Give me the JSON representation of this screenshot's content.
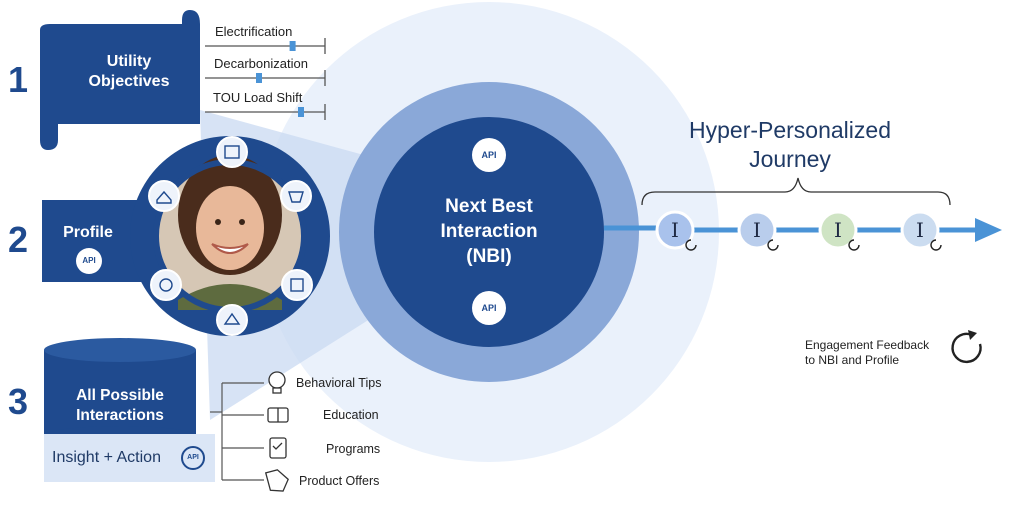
{
  "steps": {
    "one": {
      "number": "1",
      "title_line1": "Utility",
      "title_line2": "Objectives"
    },
    "two": {
      "number": "2",
      "title": "Profile",
      "badge": "API"
    },
    "three": {
      "number": "3",
      "title_line1": "All Possible",
      "title_line2": "Interactions",
      "sub": "Insight + Action",
      "badge": "API"
    }
  },
  "objectives": [
    {
      "label": "Electrification",
      "level": 0.73
    },
    {
      "label": "Decarbonization",
      "level": 0.45
    },
    {
      "label": "TOU Load Shift",
      "level": 0.8
    }
  ],
  "nbi": {
    "line1": "Next Best",
    "line2": "Interaction",
    "line3": "(NBI)",
    "badge_top": "API",
    "badge_bottom": "API"
  },
  "journey": {
    "title_line1": "Hyper-Personalized",
    "title_line2": "Journey",
    "steps": [
      {
        "glyph": "I",
        "color": "#a9c2ec"
      },
      {
        "glyph": "I",
        "color": "#b9cdec"
      },
      {
        "glyph": "I",
        "color": "#cfe4c4"
      },
      {
        "glyph": "I",
        "color": "#cbdcf0"
      }
    ]
  },
  "feedback": {
    "line1": "Engagement Feedback",
    "line2": "to NBI and Profile"
  },
  "interactions": [
    {
      "label": "Behavioral Tips",
      "icon": "lightbulb-icon"
    },
    {
      "label": "Education",
      "icon": "book-icon"
    },
    {
      "label": "Programs",
      "icon": "clipboard-icon"
    },
    {
      "label": "Product Offers",
      "icon": "price-tag-icon"
    }
  ],
  "colors": {
    "navy": "#1f4a8e",
    "mid": "#8aa8d8",
    "light": "#eaf1fb",
    "teal": "#4a93d6"
  }
}
